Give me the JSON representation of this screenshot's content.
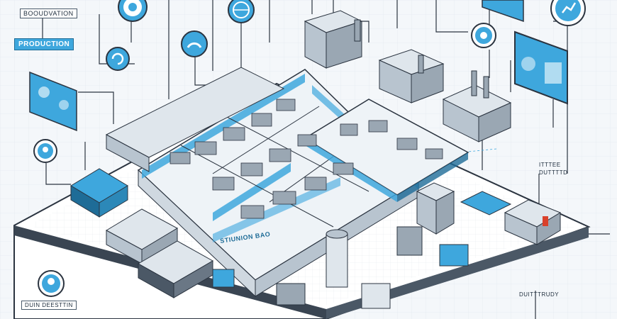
{
  "title": "",
  "labels": {
    "top_left": "BOOUDVATION",
    "production": "PRODUCTION",
    "center_strip": "STIUNION BAO",
    "bottom_left": "DUIN DEESTTIN",
    "right_top_line1": "ITTTEE",
    "right_top_line2": "DUTTTTD",
    "right_bottom": "DUITTTRUDY"
  },
  "icons": [
    "gear-icon",
    "globe-icon",
    "gauge-icon",
    "cloud-icon",
    "cycle-icon",
    "person-icon",
    "chart-icon"
  ],
  "colors": {
    "background": "#f4f7fa",
    "accent": "#3ea7dd",
    "line": "#2b3440",
    "floor": "#ffffff"
  }
}
